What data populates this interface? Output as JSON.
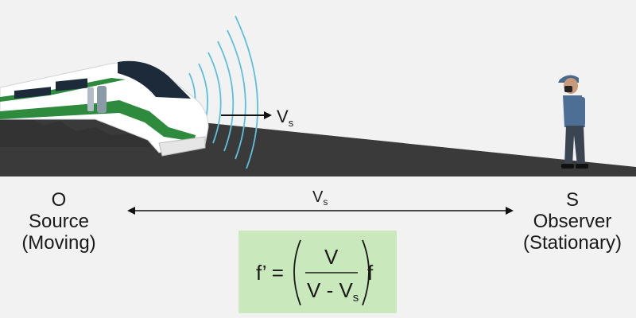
{
  "source": {
    "letter": "O",
    "name": "Source",
    "state": "(Moving)"
  },
  "observer": {
    "letter": "S",
    "name": "Observer",
    "state": "(Stationary)"
  },
  "velocity": {
    "symbol": "V",
    "subscript": "s"
  },
  "formula": {
    "lhs": "f’ =",
    "numerator": "V",
    "denominator_left": "V - V",
    "denominator_sub": "s",
    "rhs": "f"
  },
  "colors": {
    "background": "#f2f2f2",
    "ground": "#3a3a3a",
    "train_body": "#ffffff",
    "train_stripe": "#2e8b3e",
    "train_window": "#1c2a3a",
    "sound_waves": "#5bc0de",
    "formula_box": "#c9e8bc"
  }
}
